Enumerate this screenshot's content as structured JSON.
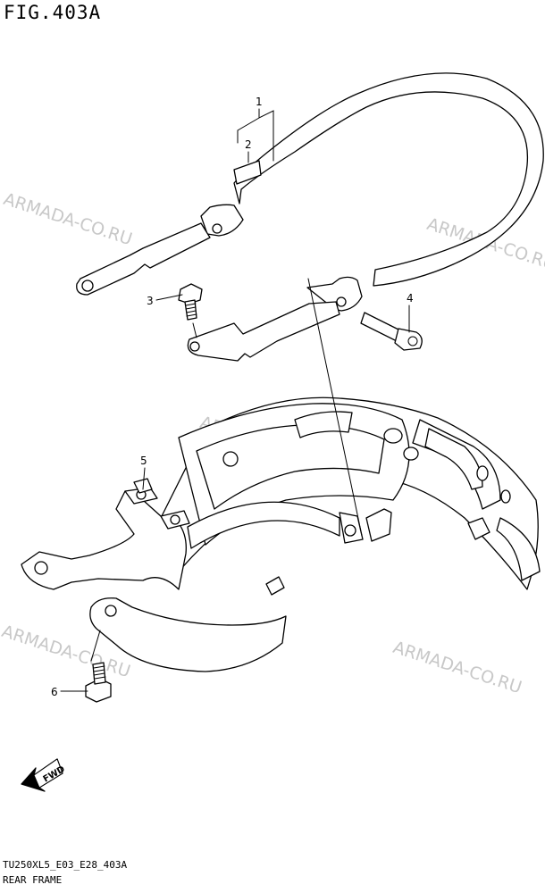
{
  "figure": {
    "title": "FIG.403A",
    "model_code": "TU250XL5_E03_E28_403A",
    "part_name": "REAR FRAME"
  },
  "watermark": "ARMADA-CO.RU",
  "callouts": [
    "1",
    "2",
    "3",
    "4",
    "5",
    "6"
  ],
  "fwd_label": "FWD"
}
